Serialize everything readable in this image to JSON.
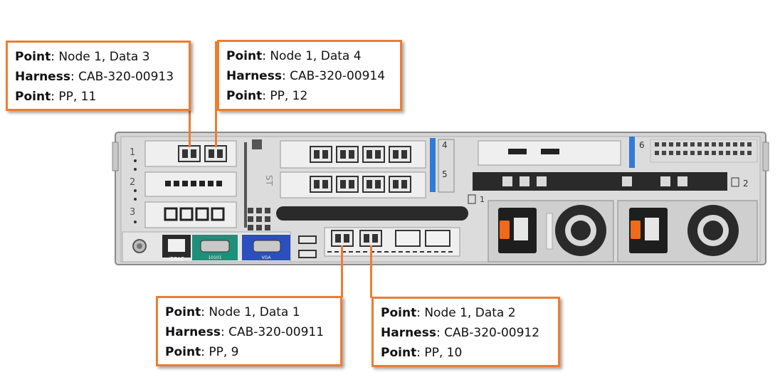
{
  "colors": {
    "callout_border": "#ED7D31",
    "chassis": "#d9d9d9",
    "port_green": "#1f8f7a",
    "port_blue": "#2b4fbf",
    "power_orange": "#ee6a1c"
  },
  "callouts": [
    {
      "id": "data3",
      "lines": [
        {
          "key": "Point",
          "value": ": Node 1, Data 3"
        },
        {
          "key": "Harness",
          "value": ": CAB-320-00913"
        },
        {
          "key": "Point",
          "value": ": PP, 11"
        }
      ]
    },
    {
      "id": "data4",
      "lines": [
        {
          "key": "Point",
          "value": ": Node 1, Data 4"
        },
        {
          "key": "Harness",
          "value": ": CAB-320-00914"
        },
        {
          "key": "Point",
          "value": ": PP, 12"
        }
      ]
    },
    {
      "id": "data1",
      "lines": [
        {
          "key": "Point",
          "value": ": Node 1, Data 1"
        },
        {
          "key": "Harness",
          "value": ": CAB-320-00911"
        },
        {
          "key": "Point",
          "value": ": PP, 9"
        }
      ]
    },
    {
      "id": "data2",
      "lines": [
        {
          "key": "Point",
          "value": ": Node 1, Data 2"
        },
        {
          "key": "Harness",
          "value": ": CAB-320-00912"
        },
        {
          "key": "Point",
          "value": ": PP, 10"
        }
      ]
    }
  ],
  "server": {
    "slot_labels": [
      "1",
      "2",
      "3",
      "4",
      "5",
      "6"
    ],
    "psu_labels": [
      "1",
      "2"
    ],
    "riser_label": "ST",
    "port_labels": {
      "idrac": "iDRAC",
      "serial": "10101",
      "vga": "VGA"
    }
  }
}
